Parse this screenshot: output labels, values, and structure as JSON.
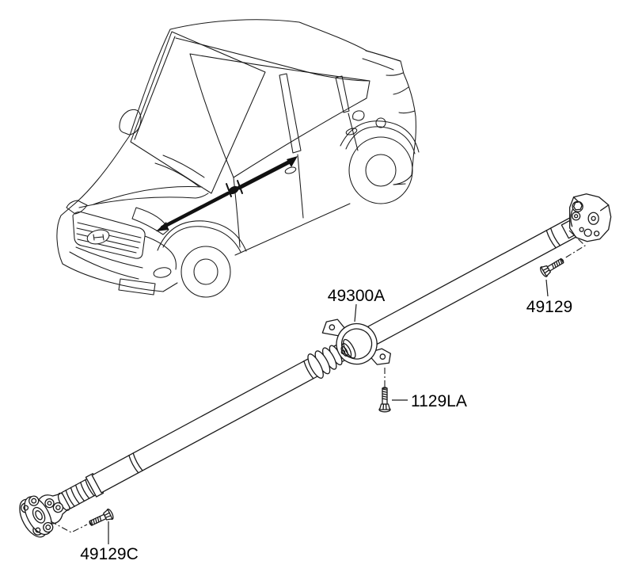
{
  "colors": {
    "background": "#ffffff",
    "ink": "#1a1a1a"
  },
  "parts": {
    "shaft_assembly": {
      "code": "49300A"
    },
    "rear_coupling_bolt": {
      "code": "49129"
    },
    "center_bearing_bolt": {
      "code": "1129LA"
    },
    "front_flange_bolt": {
      "code": "49129C"
    }
  }
}
